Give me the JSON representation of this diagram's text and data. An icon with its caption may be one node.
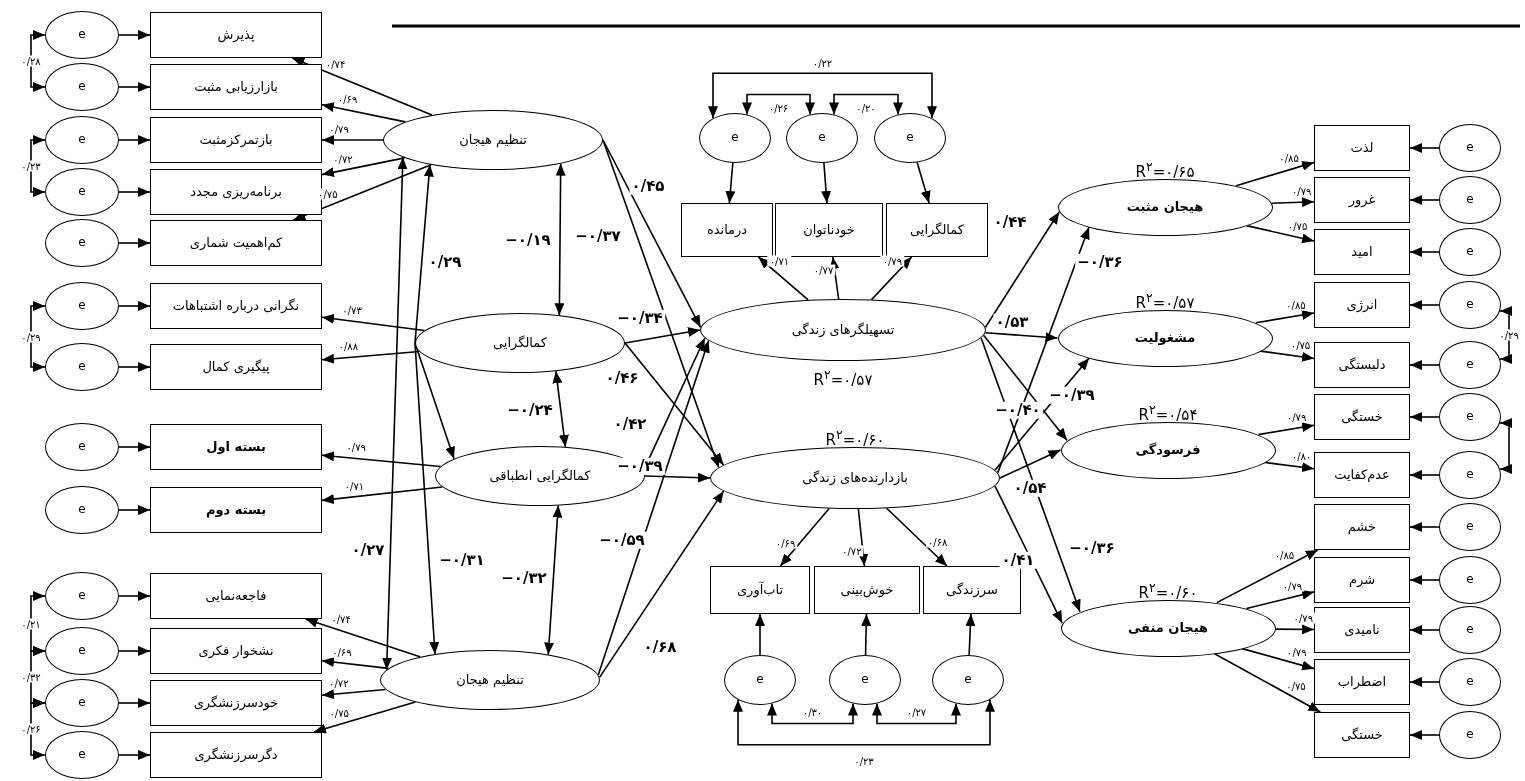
{
  "diagram": {
    "nodes": [
      {
        "text": [
          "e"
        ]
      },
      {
        "text": [
          "پذیرش"
        ]
      },
      {
        "text": [
          "e"
        ]
      },
      {
        "text": [
          "بازارزیابی مثبت"
        ]
      },
      {
        "text": [
          "e"
        ]
      },
      {
        "text": [
          "بازتمرکزمثبت"
        ]
      },
      {
        "text": [
          "e"
        ]
      },
      {
        "text": [
          "برنامه‌ریزی مجدد"
        ]
      },
      {
        "text": [
          "e"
        ]
      },
      {
        "text": [
          "کم‌اهمیت شماری"
        ]
      },
      {
        "text": [
          "e"
        ]
      },
      {
        "text": [
          "نگرانی درباره اشتباهات"
        ]
      },
      {
        "text": [
          "e"
        ]
      },
      {
        "text": [
          "پیگیری کمال"
        ]
      },
      {
        "text": [
          "e"
        ]
      },
      {
        "text": [
          "بسته اول"
        ]
      },
      {
        "text": [
          "e"
        ]
      },
      {
        "text": [
          "بسته دوم"
        ]
      },
      {
        "text": [
          "e"
        ]
      },
      {
        "text": [
          "فاجعه‌نمایی"
        ]
      },
      {
        "text": [
          "e"
        ]
      },
      {
        "text": [
          "نشخوار فکری"
        ]
      },
      {
        "text": [
          "e"
        ]
      },
      {
        "text": [
          "خودسرزنشگری"
        ]
      },
      {
        "text": [
          "e"
        ]
      },
      {
        "text": [
          "دگرسرزنشگری"
        ]
      },
      {
        "text": [
          "تنظیم هیجان"
        ]
      },
      {
        "text": [
          "کمالگرایی"
        ]
      },
      {
        "text": [
          "کمالگرایی انطباقی"
        ]
      },
      {
        "text": [
          "تنظیم هیجان"
        ]
      },
      {
        "text": [
          "e"
        ]
      },
      {
        "text": [
          "e"
        ]
      },
      {
        "text": [
          "e"
        ]
      },
      {
        "text": [
          "درمانده"
        ]
      },
      {
        "text": [
          "خودناتوان"
        ]
      },
      {
        "text": [
          "کمالگرایی"
        ]
      },
      {
        "text": [
          "تسهیلگرهای زندگی"
        ],
        "beside": [
          "R$^{۲}$=۰/۵۷"
        ]
      },
      {
        "text": [
          "بازدارنده‌های زندگی"
        ],
        "beside": [
          "R$^{۲}$=۰/۶۰"
        ]
      },
      {
        "text": [
          "تاب‌آوری"
        ]
      },
      {
        "text": [
          "خوش‌بینی"
        ]
      },
      {
        "text": [
          "سرزندگی"
        ]
      },
      {
        "text": [
          "e"
        ]
      },
      {
        "text": [
          "e"
        ]
      },
      {
        "text": [
          "e"
        ]
      },
      {
        "text": [
          "هیجان مثبت"
        ],
        "beside": [
          "R$^{۲}$=۰/۶۵"
        ]
      },
      {
        "text": [
          "مشغولیت"
        ],
        "beside": [
          "R$^{۲}$=۰/۵۷"
        ]
      },
      {
        "text": [
          "فرسودگی"
        ],
        "beside": [
          "R$^{۲}$=۰/۵۴"
        ]
      },
      {
        "text": [
          "هیجان منفی"
        ],
        "beside": [
          "R$^{۲}$=۰/۶۰"
        ]
      },
      {
        "text": [
          "لذت"
        ]
      },
      {
        "text": [
          "غرور"
        ]
      },
      {
        "text": [
          "امید"
        ]
      },
      {
        "text": [
          "انرژی"
        ]
      },
      {
        "text": [
          "دلبستگی"
        ]
      },
      {
        "text": [
          "خستگی"
        ]
      },
      {
        "text": [
          "عدم‌کفایت"
        ]
      },
      {
        "text": [
          "خشم"
        ]
      },
      {
        "text": [
          "شرم"
        ]
      },
      {
        "text": [
          "نامیدی"
        ]
      },
      {
        "text": [
          "اضطراب"
        ]
      },
      {
        "text": [
          "خستگی"
        ]
      },
      {
        "text": [
          "e"
        ]
      },
      {
        "text": [
          "e"
        ]
      },
      {
        "text": [
          "e"
        ]
      },
      {
        "text": [
          "e"
        ]
      },
      {
        "text": [
          "e"
        ]
      },
      {
        "text": [
          "e"
        ]
      },
      {
        "text": [
          "e"
        ]
      },
      {
        "text": [
          "e"
        ]
      },
      {
        "text": [
          "e"
        ]
      },
      {
        "text": [
          "e"
        ]
      },
      {
        "text": [
          "e"
        ]
      },
      {
        "text": [
          "e"
        ]
      }
    ],
    "edges": [
      {
        "from": 0,
        "to": 1,
        "arrow": "to"
      },
      {
        "from": 2,
        "to": 3,
        "arrow": "to"
      },
      {
        "from": 4,
        "to": 5,
        "arrow": "to"
      },
      {
        "from": 6,
        "to": 7,
        "arrow": "to"
      },
      {
        "from": 8,
        "to": 9,
        "arrow": "to"
      },
      {
        "from": 0,
        "to": 2,
        "arrow": "both",
        "label": "۰/۲۸"
      },
      {
        "from": 4,
        "to": 6,
        "arrow": "both",
        "label": "۰/۲۳"
      },
      {
        "from": 26,
        "to": 1,
        "arrow": "to",
        "label": "۰/۷۴"
      },
      {
        "from": 26,
        "to": 3,
        "arrow": "to",
        "label": "۰/۶۹"
      },
      {
        "from": 26,
        "to": 5,
        "arrow": "to",
        "label": "۰/۷۹"
      },
      {
        "from": 26,
        "to": 7,
        "arrow": "to",
        "label": "۰/۷۲"
      },
      {
        "from": 26,
        "to": 9,
        "arrow": "to",
        "label": "۰/۷۵"
      },
      {
        "from": 10,
        "to": 11,
        "arrow": "to"
      },
      {
        "from": 12,
        "to": 13,
        "arrow": "to"
      },
      {
        "from": 10,
        "to": 12,
        "arrow": "both",
        "label": "۰/۲۹"
      },
      {
        "from": 27,
        "to": 11,
        "arrow": "to",
        "label": "۰/۷۳"
      },
      {
        "from": 27,
        "to": 13,
        "arrow": "to",
        "label": "۰/۸۸"
      },
      {
        "from": 14,
        "to": 15,
        "arrow": "to"
      },
      {
        "from": 16,
        "to": 17,
        "arrow": "to"
      },
      {
        "from": 28,
        "to": 15,
        "arrow": "to",
        "label": "۰/۷۹"
      },
      {
        "from": 28,
        "to": 17,
        "arrow": "to",
        "label": "۰/۷۱"
      },
      {
        "from": 18,
        "to": 19,
        "arrow": "to"
      },
      {
        "from": 20,
        "to": 21,
        "arrow": "to"
      },
      {
        "from": 22,
        "to": 23,
        "arrow": "to"
      },
      {
        "from": 24,
        "to": 25,
        "arrow": "to"
      },
      {
        "from": 18,
        "to": 20,
        "arrow": "both",
        "label": "۰/۲۱"
      },
      {
        "from": 20,
        "to": 22,
        "arrow": "both",
        "label": "۰/۳۲"
      },
      {
        "from": 22,
        "to": 24,
        "arrow": "both",
        "label": "۰/۲۶"
      },
      {
        "from": 29,
        "to": 19,
        "arrow": "to",
        "label": "۰/۷۴"
      },
      {
        "from": 29,
        "to": 21,
        "arrow": "to",
        "label": "۰/۶۹"
      },
      {
        "from": 29,
        "to": 23,
        "arrow": "to",
        "label": "۰/۷۲"
      },
      {
        "from": 29,
        "to": 25,
        "arrow": "to",
        "label": "۰/۷۵"
      },
      {
        "from": 26,
        "to": 27,
        "arrow": "both",
        "label": "−۰/۱۹"
      },
      {
        "from": 27,
        "to": 28,
        "arrow": "both",
        "label": "−۰/۲۴"
      },
      {
        "from": 28,
        "to": 29,
        "arrow": "both",
        "label": "−۰/۳۲"
      },
      {
        "from": 26,
        "to": 29,
        "arrow": "both",
        "label": "۰/۲۷"
      },
      {
        "from": 27,
        "to": 26,
        "arrow": "to",
        "label": "۰/۲۹"
      },
      {
        "from": 27,
        "to": 28,
        "arrow": "to"
      },
      {
        "from": 27,
        "to": 29,
        "arrow": "to",
        "label": "−۰/۳۱"
      },
      {
        "from": 26,
        "to": 36,
        "arrow": "to",
        "label": "۰/۴۵"
      },
      {
        "from": 26,
        "to": 37,
        "arrow": "to",
        "label": "−۰/۳۷"
      },
      {
        "from": 27,
        "to": 36,
        "arrow": "to",
        "label": "−۰/۳۴"
      },
      {
        "from": 27,
        "to": 37,
        "arrow": "to",
        "label": "۰/۴۶"
      },
      {
        "from": 28,
        "to": 36,
        "arrow": "to",
        "label": "۰/۴۲"
      },
      {
        "from": 28,
        "to": 37,
        "arrow": "to",
        "label": "−۰/۳۹"
      },
      {
        "from": 29,
        "to": 36,
        "arrow": "to",
        "label": "−۰/۵۹"
      },
      {
        "from": 29,
        "to": 37,
        "arrow": "to",
        "label": "۰/۶۸"
      },
      {
        "from": 30,
        "to": 33,
        "arrow": "to"
      },
      {
        "from": 31,
        "to": 34,
        "arrow": "to"
      },
      {
        "from": 32,
        "to": 35,
        "arrow": "to"
      },
      {
        "from": 30,
        "to": 31,
        "arrow": "both",
        "label": "۰/۲۶"
      },
      {
        "from": 31,
        "to": 32,
        "arrow": "both",
        "label": "۰/۲۰"
      },
      {
        "from": 30,
        "to": 32,
        "arrow": "both",
        "label": "۰/۲۲"
      },
      {
        "from": 36,
        "to": 33,
        "arrow": "to",
        "label": "۰/۷۱"
      },
      {
        "from": 36,
        "to": 34,
        "arrow": "to",
        "label": "۰/۷۷"
      },
      {
        "from": 36,
        "to": 35,
        "arrow": "to",
        "label": "۰/۷۹"
      },
      {
        "from": 37,
        "to": 38,
        "arrow": "to",
        "label": "۰/۶۹"
      },
      {
        "from": 37,
        "to": 39,
        "arrow": "to",
        "label": "۰/۷۲"
      },
      {
        "from": 37,
        "to": 40,
        "arrow": "to",
        "label": "۰/۶۸"
      },
      {
        "from": 41,
        "to": 38,
        "arrow": "to"
      },
      {
        "from": 42,
        "to": 39,
        "arrow": "to"
      },
      {
        "from": 43,
        "to": 40,
        "arrow": "to"
      },
      {
        "from": 41,
        "to": 42,
        "arrow": "both",
        "label": "۰/۳۰"
      },
      {
        "from": 42,
        "to": 43,
        "arrow": "both",
        "label": "۰/۲۷"
      },
      {
        "from": 41,
        "to": 43,
        "arrow": "both",
        "label": "۰/۲۳"
      },
      {
        "from": 36,
        "to": 44,
        "arrow": "to",
        "label": "۰/۴۴"
      },
      {
        "from": 37,
        "to": 44,
        "arrow": "to",
        "label": "−۰/۳۶"
      },
      {
        "from": 36,
        "to": 45,
        "arrow": "to",
        "label": "۰/۵۳"
      },
      {
        "from": 37,
        "to": 45,
        "arrow": "to",
        "label": "−۰/۳۹"
      },
      {
        "from": 36,
        "to": 46,
        "arrow": "to",
        "label": "−۰/۴۰"
      },
      {
        "from": 37,
        "to": 46,
        "arrow": "to",
        "label": "۰/۵۴"
      },
      {
        "from": 36,
        "to": 47,
        "arrow": "to",
        "label": "−۰/۳۶"
      },
      {
        "from": 37,
        "to": 47,
        "arrow": "to",
        "label": "۰/۴۱"
      },
      {
        "from": 44,
        "to": 48,
        "arrow": "to",
        "label": "۰/۸۵"
      },
      {
        "from": 44,
        "to": 49,
        "arrow": "to",
        "label": "۰/۷۹"
      },
      {
        "from": 44,
        "to": 50,
        "arrow": "to",
        "label": "۰/۷۵"
      },
      {
        "from": 45,
        "to": 51,
        "arrow": "to",
        "label": "۰/۸۵"
      },
      {
        "from": 45,
        "to": 52,
        "arrow": "to",
        "label": "۰/۷۵"
      },
      {
        "from": 46,
        "to": 53,
        "arrow": "to",
        "label": "۰/۷۹"
      },
      {
        "from": 46,
        "to": 54,
        "arrow": "to",
        "label": "۰/۸۰"
      },
      {
        "from": 47,
        "to": 55,
        "arrow": "to",
        "label": "۰/۸۵"
      },
      {
        "from": 47,
        "to": 56,
        "arrow": "to",
        "label": "۰/۷۹"
      },
      {
        "from": 47,
        "to": 57,
        "arrow": "to",
        "label": "۰/۷۹"
      },
      {
        "from": 47,
        "to": 58,
        "arrow": "to",
        "label": "۰/۷۹"
      },
      {
        "from": 47,
        "to": 59,
        "arrow": "to",
        "label": "۰/۷۵"
      },
      {
        "from": 60,
        "to": 48,
        "arrow": "to"
      },
      {
        "from": 61,
        "to": 49,
        "arrow": "to"
      },
      {
        "from": 62,
        "to": 50,
        "arrow": "to"
      },
      {
        "from": 63,
        "to": 51,
        "arrow": "to"
      },
      {
        "from": 64,
        "to": 52,
        "arrow": "to"
      },
      {
        "from": 65,
        "to": 53,
        "arrow": "to"
      },
      {
        "from": 66,
        "to": 54,
        "arrow": "to"
      },
      {
        "from": 67,
        "to": 55,
        "arrow": "to"
      },
      {
        "from": 68,
        "to": 56,
        "arrow": "to"
      },
      {
        "from": 69,
        "to": 57,
        "arrow": "to"
      },
      {
        "from": 70,
        "to": 58,
        "arrow": "to"
      },
      {
        "from": 71,
        "to": 59,
        "arrow": "to"
      },
      {
        "from": 63,
        "to": 64,
        "arrow": "both",
        "label": "۰/۲۹"
      },
      {
        "from": 65,
        "to": 66,
        "arrow": "both"
      }
    ]
  }
}
